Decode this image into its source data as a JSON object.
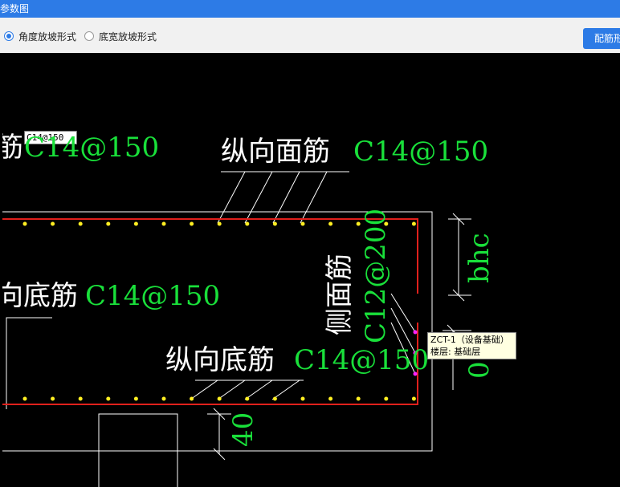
{
  "window": {
    "title": "参数图"
  },
  "toolbar": {
    "radio_angle": "角度放坡形式",
    "radio_width": "底宽放坡形式",
    "selected": "angle",
    "rebar_button": "配筋形"
  },
  "drawing": {
    "edit_value": "C14@150",
    "top_left_cn": "筋",
    "top_left_val": "C14@150",
    "top_cn": "纵向面筋",
    "top_val": "C14@150",
    "left_bottom_cn": "向底筋",
    "left_bottom_val": "C14@150",
    "bottom_cn": "纵向底筋",
    "bottom_val": "C14@150",
    "side_cn": "侧面筋",
    "side_val": "C12@200",
    "dim_bhc": "bhc",
    "dim_0": "0",
    "dim_40": "40"
  },
  "tooltip": {
    "line1": "ZCT-1（设备基础）",
    "line2": "楼层: 基础层"
  },
  "colors": {
    "title_bar": "#2d7be6",
    "canvas": "#000000",
    "rebar_red": "#e0201c",
    "label_green": "#19e03a",
    "dot_yellow": "#ffee22",
    "side_dot_magenta": "#ff22ff"
  }
}
